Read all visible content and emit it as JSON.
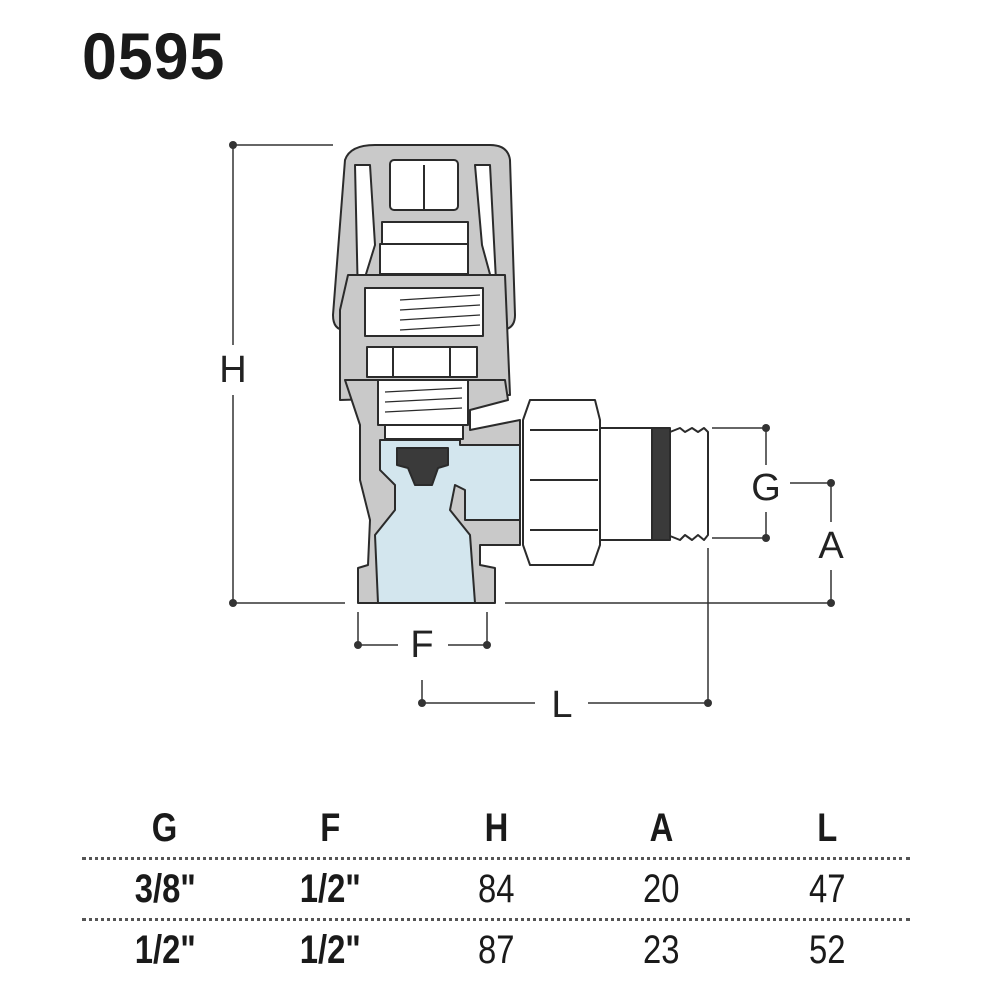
{
  "title": "0595",
  "dimensions": {
    "H": "H",
    "F": "F",
    "L": "L",
    "G": "G",
    "A": "A"
  },
  "colors": {
    "body": "#c9c9c9",
    "water": "#d3e6ee",
    "line": "#2b2b2b",
    "seal": "#3a3a3a"
  },
  "table": {
    "headers": [
      "G",
      "F",
      "H",
      "A",
      "L"
    ],
    "rows": [
      [
        "3/8\"",
        "1/2\"",
        "84",
        "20",
        "47"
      ],
      [
        "1/2\"",
        "1/2\"",
        "87",
        "23",
        "52"
      ]
    ]
  }
}
